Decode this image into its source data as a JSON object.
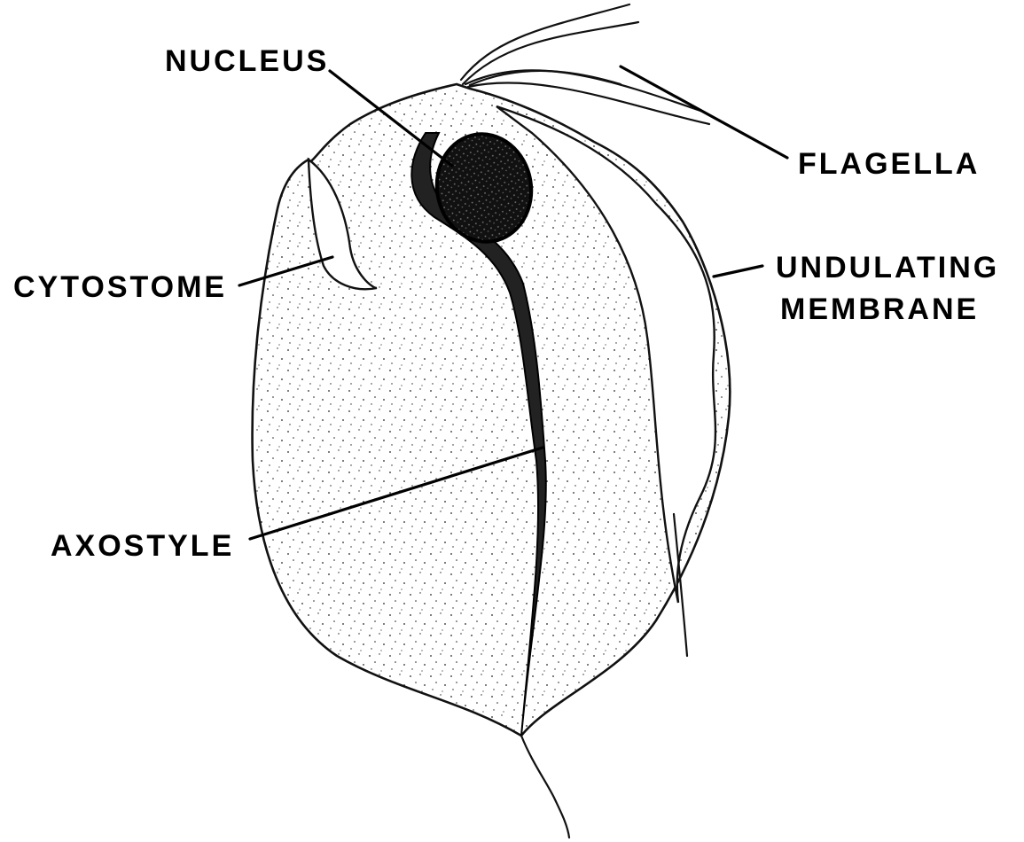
{
  "diagram": {
    "labels": {
      "nucleus": "NUCLEUS",
      "flagella": "FLAGELLA",
      "cytostome": "CYTOSTOME",
      "undulating_membrane_line1": "UNDULATING",
      "undulating_membrane_line2": "MEMBRANE",
      "axostyle": "AXOSTYLE"
    }
  }
}
